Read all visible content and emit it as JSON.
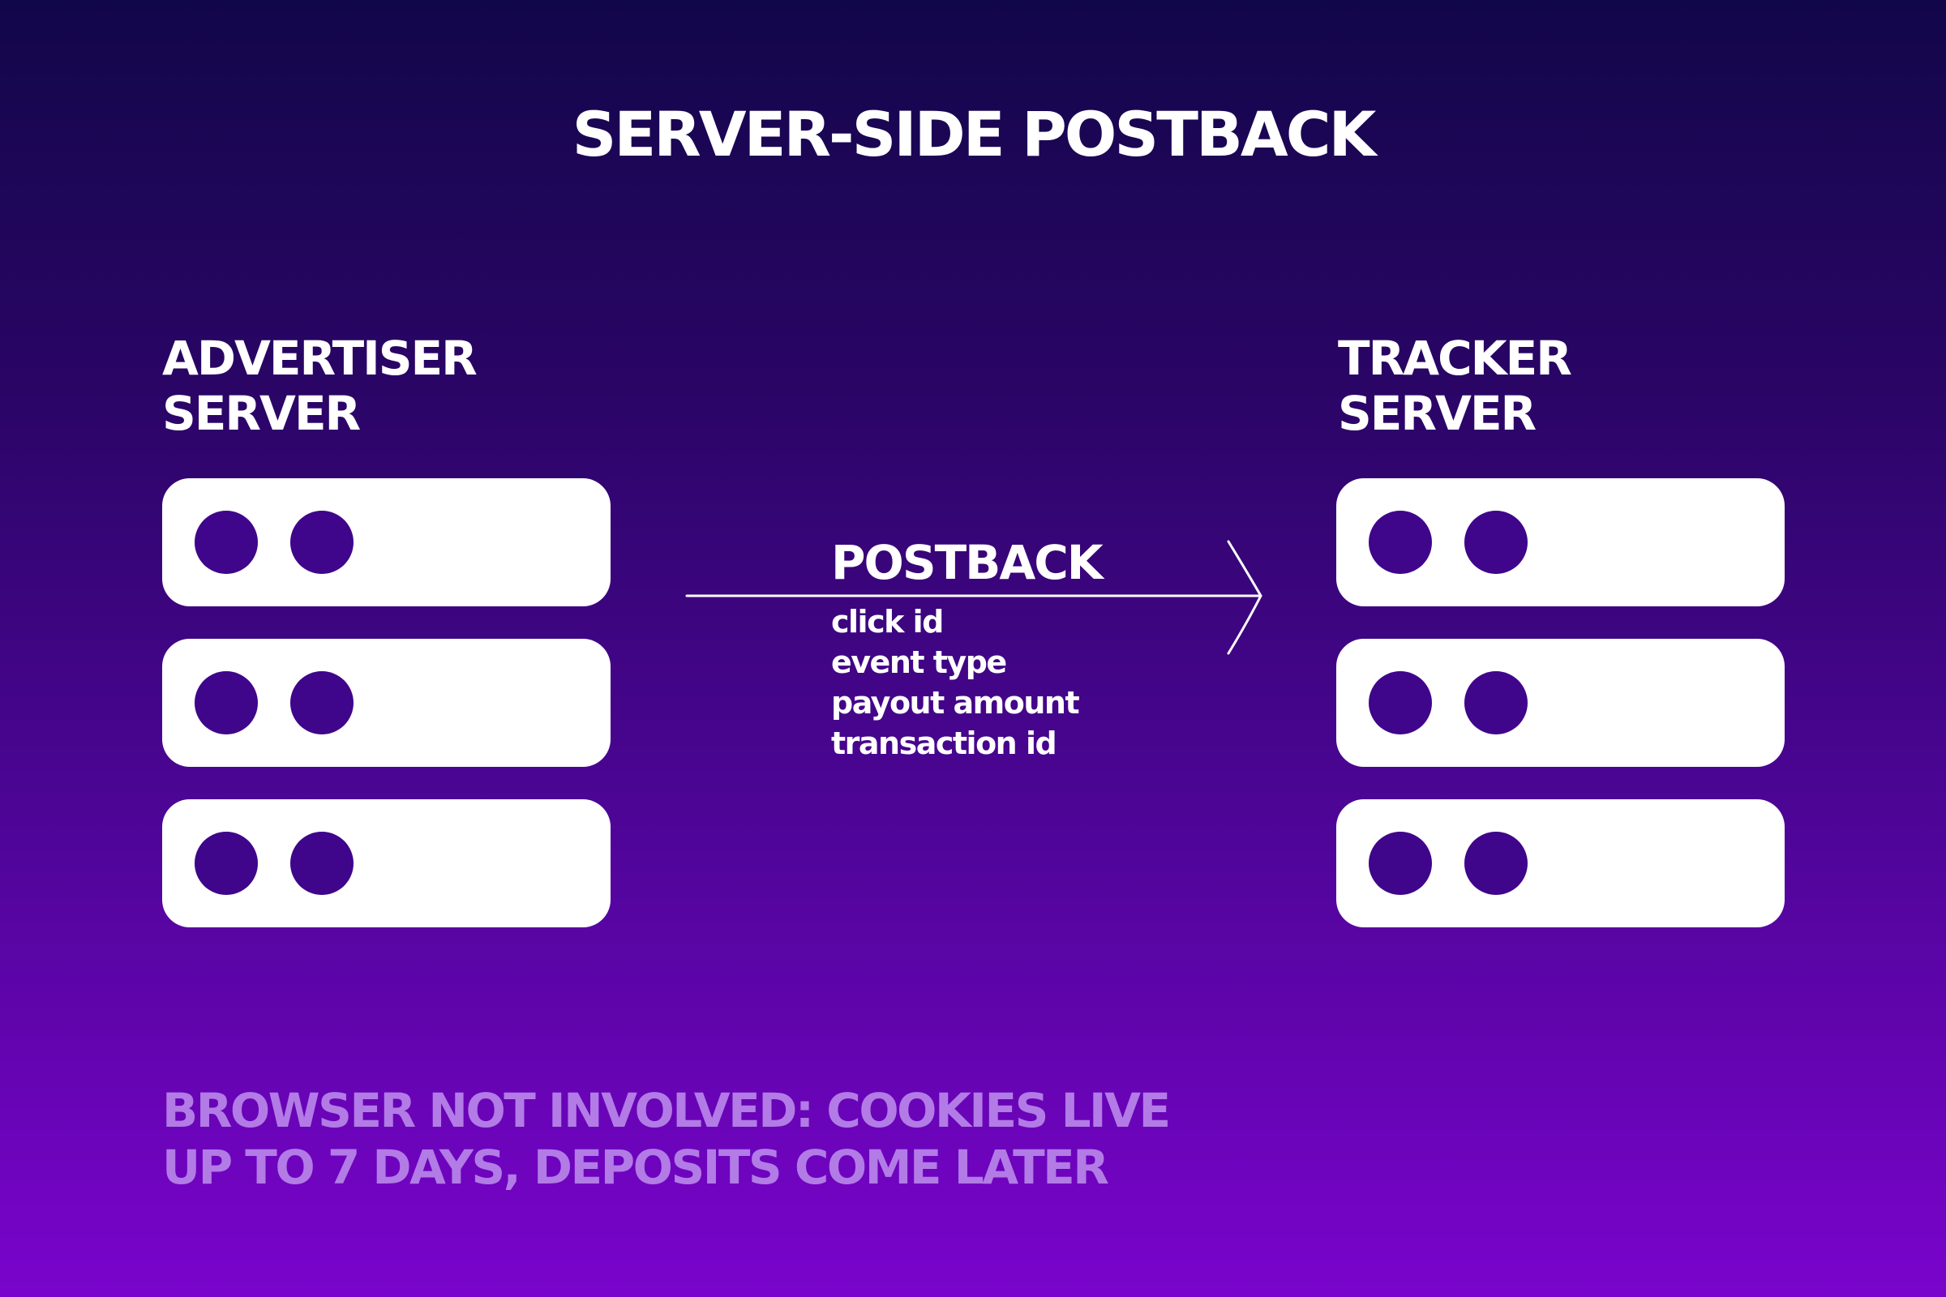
{
  "title": "SERVER-SIDE POSTBACK",
  "advertiser": {
    "line1": "ADVERTISER",
    "line2": "SERVER"
  },
  "tracker": {
    "line1": "TRACKER",
    "line2": "SERVER"
  },
  "postback": {
    "label": "POSTBACK",
    "params": [
      "click id",
      "event type",
      "payout amount",
      "transaction id"
    ]
  },
  "footnote": {
    "line1": "BROWSER NOT INVOLVED: COOKIES LIVE",
    "line2": "UP TO 7 DAYS, DEPOSITS COME LATER"
  },
  "colors": {
    "background_top": "#12064a",
    "background_bottom": "#7a04cc",
    "server_unit": "#ffffff",
    "server_led": "#3f058a",
    "footnote": "#b27be6"
  }
}
